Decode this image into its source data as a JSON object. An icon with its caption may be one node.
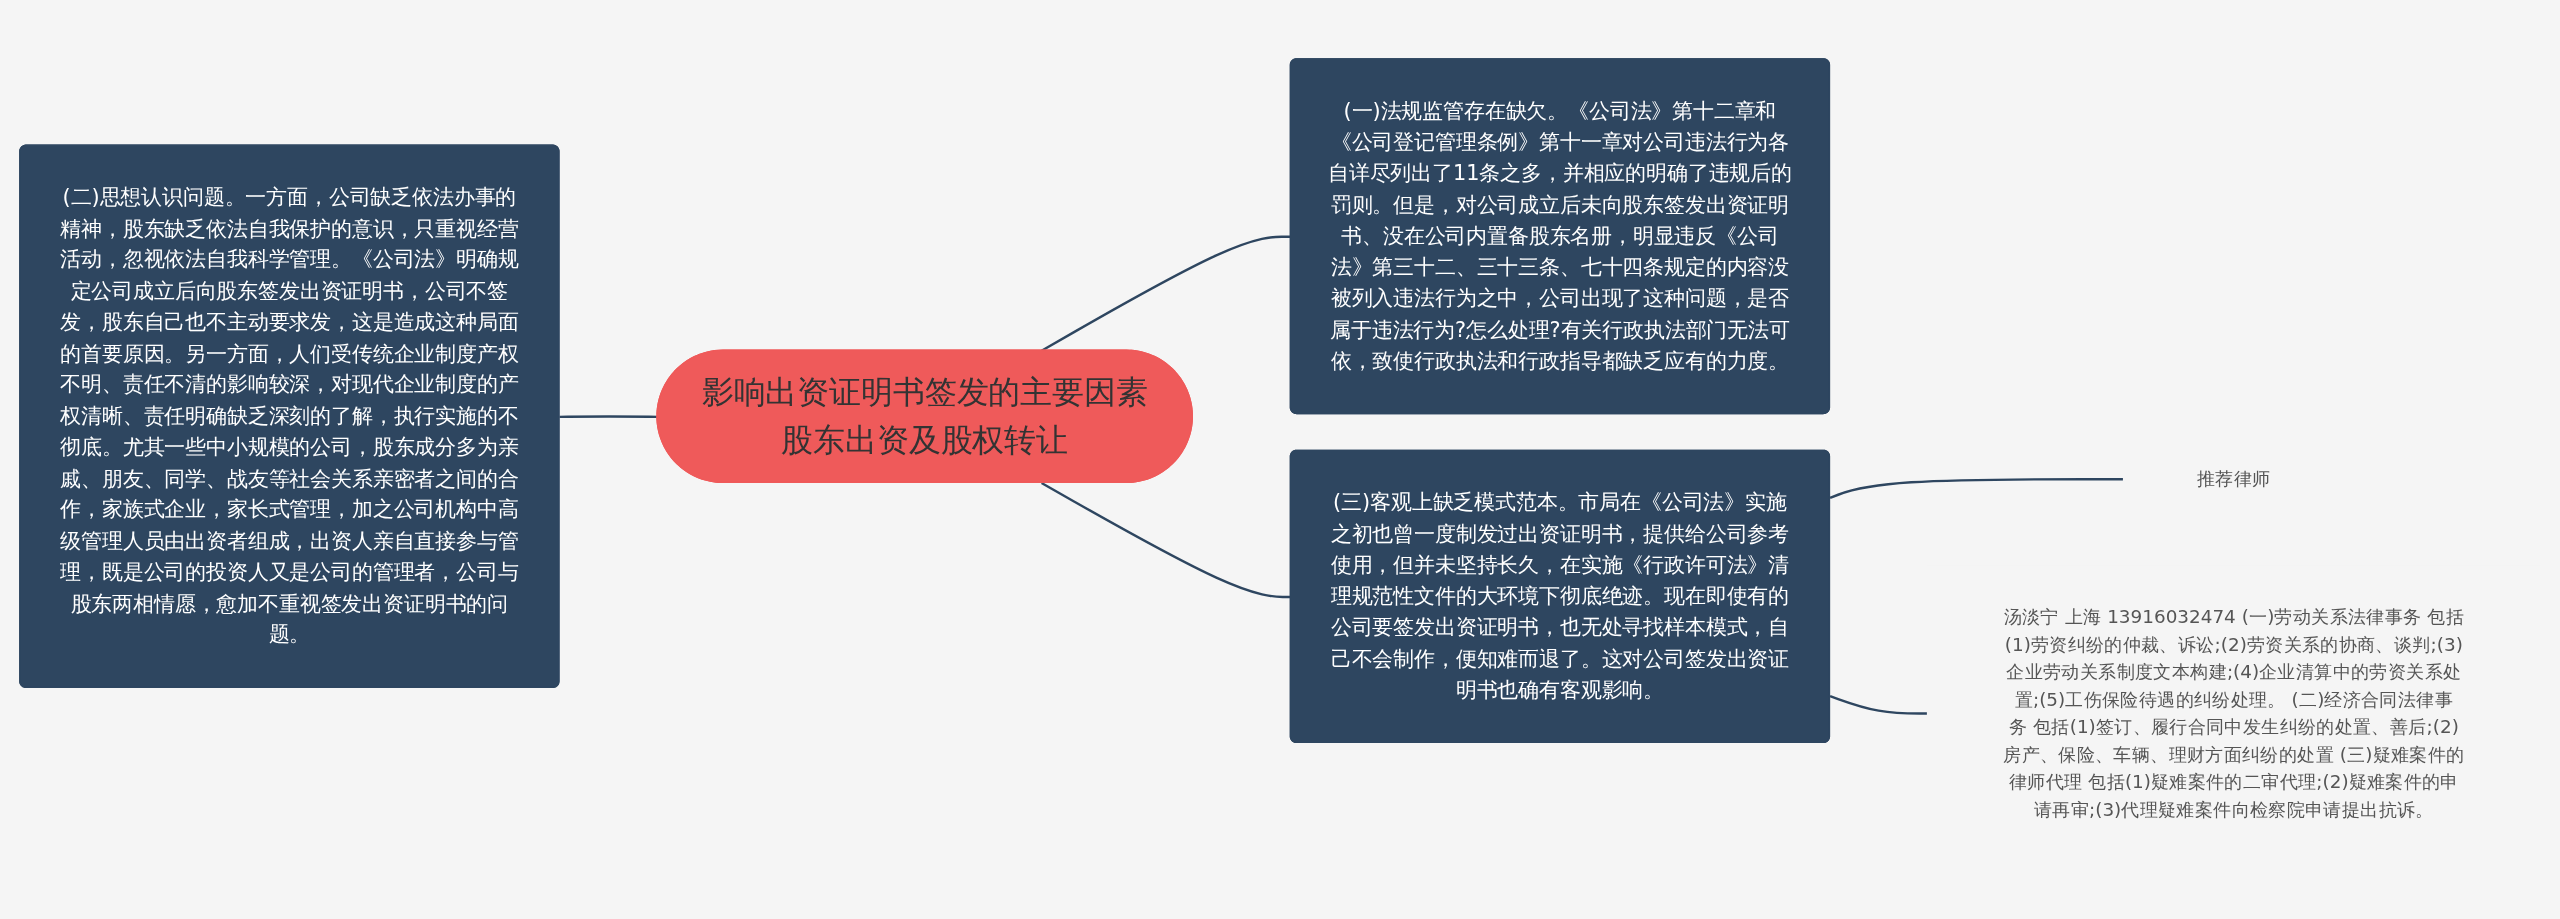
{
  "diagram": {
    "nodes": [
      {
        "text": [
          "影响出资证明书签发的主要因素股东出资及股权转让"
        ]
      },
      {
        "text": [
          "(二)思想认识问题。一方面，公司缺乏依法办事的精神，股东缺乏依法自我保护的意识，只重视经营活动，忽视依法自我科学管理。《公司法》明确规定公司成立后向股东签发出资证明书，公司不签发，股东自己也不主动要求发，这是造成这种局面的首要原因。另一方面，人们受传统企业制度产权不明、责任不清的影响较深，对现代企业制度的产权清晰、责任明确缺乏深刻的了解，执行实施的不彻底。尤其一些中小规模的公司，股东成分多为亲戚、朋友、同学、战友等社会关系亲密者之间的合作，家族式企业，家长式管理，加之公司机构中高级管理人员由出资者组成，出资人亲自直接参与管理，既是公司的投资人又是公司的管理者，公司与股东两相情愿，愈加不重视签发出资证明书的问题。"
        ]
      },
      {
        "text": [
          "(一)法规监管存在缺欠。《公司法》第十二章和《公司登记管理条例》第十一章对公司违法行为各自详尽列出了11条之多，并相应的明确了违规后的罚则。但是，对公司成立后未向股东签发出资证明书、没在公司内置备股东名册，明显违反《公司法》第三十二、三十三条、七十四条规定的内容没被列入违法行为之中，公司出现了这种问题，是否属于违法行为?怎么处理?有关行政执法部门无法可依，致使行政执法和行政指导都缺乏应有的力度。"
        ]
      },
      {
        "text": [
          "(三)客观上缺乏模式范本。市局在《公司法》实施之初也曾一度制发过出资证明书，提供给公司参考使用，但并未坚持长久，在实施《行政许可法》清理规范性文件的大环境下彻底绝迹。现在即使有的公司要签发出资证明书，也无处寻找样本模式，自己不会制作，便知难而退了。这对公司签发出资证明书也确有客观影响。"
        ]
      },
      {
        "text": [
          "推荐律师"
        ]
      },
      {
        "text": [
          "汤淡宁 上海 13916032474 (一)劳动关系法律事务 包括(1)劳资纠纷的仲裁、诉讼;(2)劳资关系的协商、谈判;(3)企业劳动关系制度文本构建;(4)企业清算中的劳资关系处置;(5)工伤保险待遇的纠纷处理。 (二)经济合同法律事务 包括(1)签订、履行合同中发生纠纷的处置、善后;(2)房产、保险、车辆、理财方面纠纷的处置 (三)疑难案件的律师代理 包括(1)疑难案件的二审代理;(2)疑难案件的申请再审;(3)代理疑难案件向检察院申请提出抗诉。"
        ]
      }
    ],
    "edges": [
      {
        "from": 0,
        "to": 1,
        "arrow": "none"
      },
      {
        "from": 0,
        "to": 2,
        "arrow": "none"
      },
      {
        "from": 0,
        "to": 3,
        "arrow": "none"
      },
      {
        "from": 3,
        "to": 4,
        "arrow": "none"
      },
      {
        "from": 3,
        "to": 5,
        "arrow": "none"
      }
    ]
  }
}
